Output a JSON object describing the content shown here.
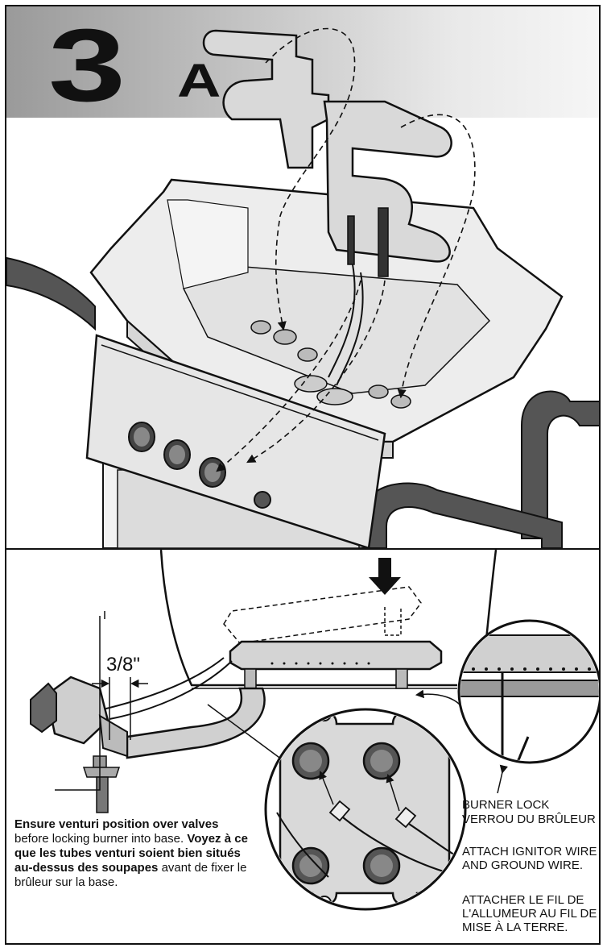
{
  "step": {
    "number": "3",
    "letter": "A"
  },
  "dimension": {
    "label": "3/8\""
  },
  "note": {
    "en_bold": "Ensure venturi position over valves",
    "en_regular": "before locking burner into base.",
    "fr_bold": "Voyez à ce que les tubes venturi soient bien situés au-dessus des soupapes",
    "fr_regular": "avant de fixer le brûleur sur la base."
  },
  "burner_lock": {
    "en": "BURNER LOCK",
    "fr": "VERROU DU BRÛLEUR"
  },
  "attach": {
    "en": "ATTACH IGNITOR WIRE AND GROUND WIRE.",
    "fr": "ATTACHER LE FIL DE L'ALLUMEUR AU FIL DE MISE À LA TERRE."
  },
  "colors": {
    "ink": "#111111",
    "panel": "#e9e9e9",
    "frame_tube": "#555555",
    "band_dark": "#9a9a9a"
  }
}
